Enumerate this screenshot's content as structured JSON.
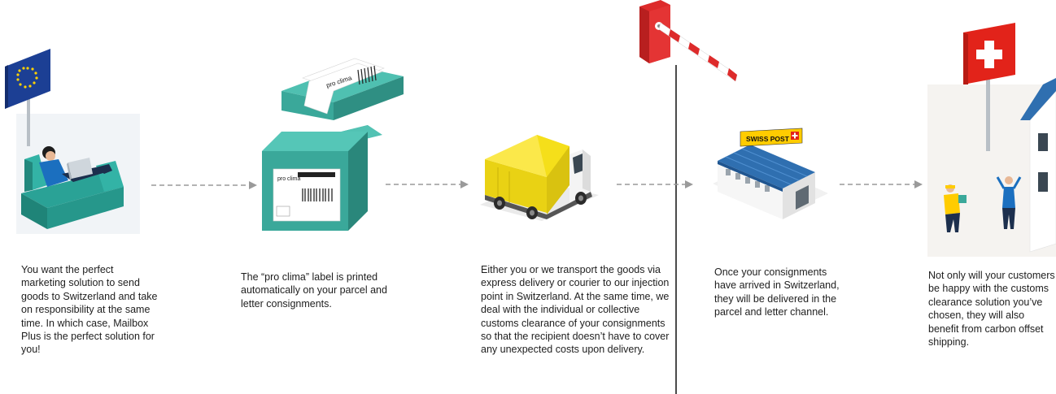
{
  "steps": [
    {
      "text": "You want the perfect marketing solution to send goods to Switzerland and take on responsibility at the same time. In which case, Mailbox Plus is the perfect solution for you!"
    },
    {
      "text": "The “pro clima” label is printed automatically on your parcel and letter consignments."
    },
    {
      "text": "Either you or we transport the goods via express delivery or courier to our injection point in Switzerland. At the same time, we deal with the individual or collective customs clearance of your consignments so that the recipient doesn’t have to cover any unexpected costs upon delivery."
    },
    {
      "text": "Once your consignments have arrived in Switzerland, they will be delivered in the parcel and letter channel."
    },
    {
      "text": "Not only will your customers be happy with the customs clearance solution you’ve chosen, they will also benefit from carbon offset shipping."
    }
  ],
  "labels": {
    "label_brand": "pro clima",
    "post_sign": "SWISS POST"
  },
  "colors": {
    "eu_blue": "#1c3f94",
    "eu_star": "#ffd200",
    "teal": "#3aa89a",
    "truck_yellow": "#f5df1a",
    "barrier_red": "#dd2b2b",
    "swiss_red": "#e2231a",
    "roof_blue": "#2f6fb0",
    "post_yellow": "#ffcc00",
    "arrow_gray": "#9a9a9a"
  }
}
